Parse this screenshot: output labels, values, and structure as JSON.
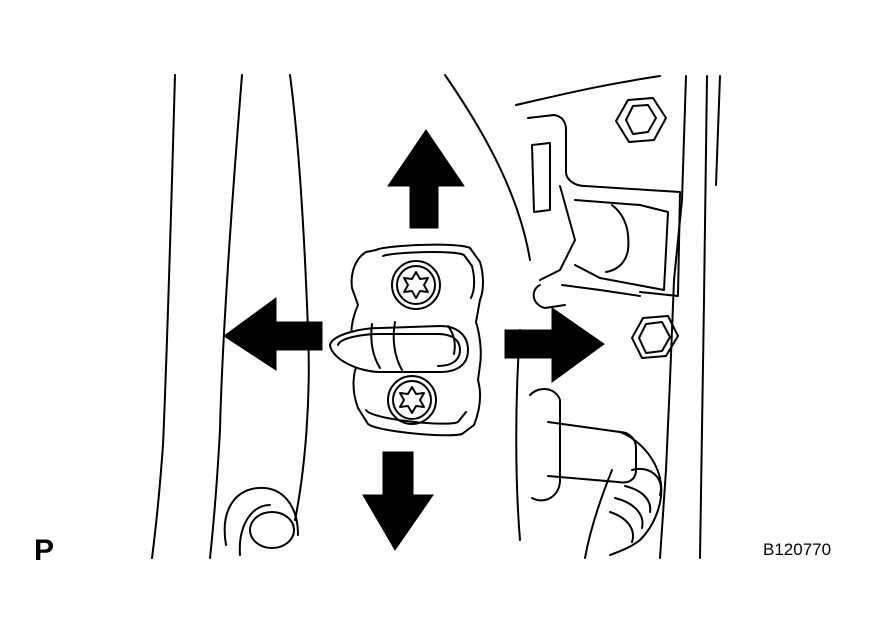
{
  "labels": {
    "corner_letter": "P",
    "figure_code": "B120770"
  },
  "colors": {
    "line": "#000000",
    "fill": "#ffffff"
  },
  "arrows": {
    "directions": [
      "up",
      "down",
      "left",
      "right"
    ]
  },
  "icons": [
    "torx-bolt-icon",
    "hex-bolt-icon"
  ]
}
